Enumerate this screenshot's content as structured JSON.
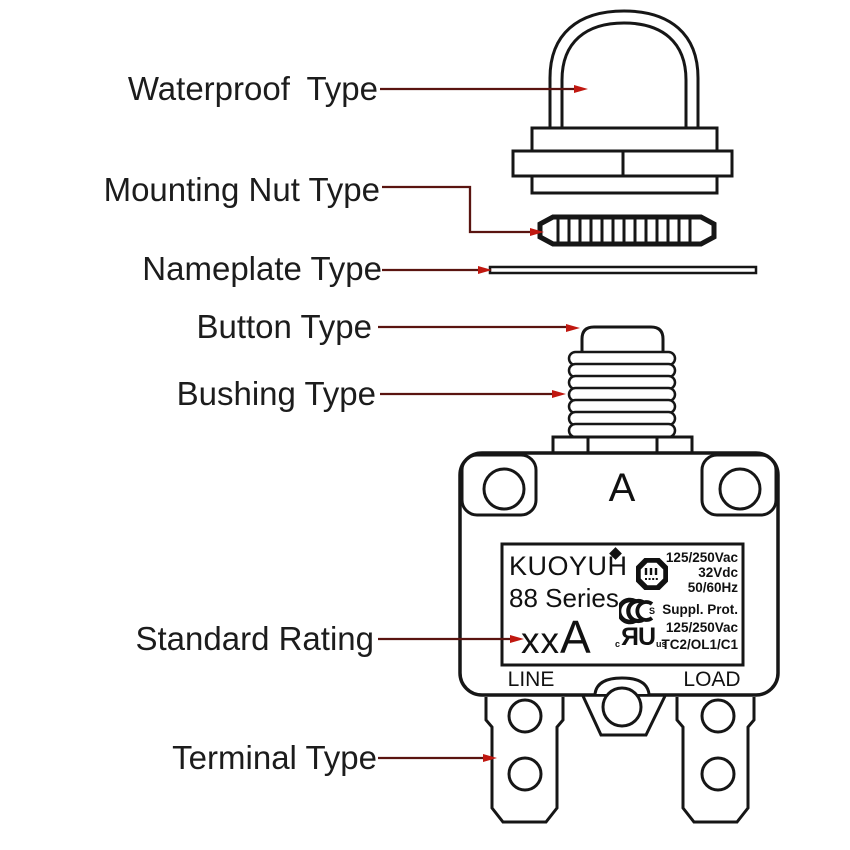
{
  "page": {
    "background": "#ffffff"
  },
  "colors": {
    "line": "#161616",
    "leader": "#5a1410",
    "arrow": "#c01810"
  },
  "callouts": {
    "waterproof": "Waterproof Type",
    "mounting_nut": "Mounting Nut Type",
    "nameplate": "Nameplate Type",
    "button": "Button Type",
    "bushing": "Bushing Type",
    "standard_rating": "Standard Rating",
    "terminal": "Terminal Type"
  },
  "device": {
    "top_marking": "A",
    "line_label": "LINE",
    "load_label": "LOAD",
    "label": {
      "brand": "KUOYUH",
      "series": "88 Series",
      "rating_value": "xx",
      "rating_unit": "A",
      "specs_primary": [
        "125/250Vac",
        "32Vdc",
        "50/60Hz"
      ],
      "specs_secondary": [
        "Suppl. Prot.",
        "125/250Vac",
        "TC2/OL1/C1"
      ],
      "ul_mark": "ЯU",
      "ul_small_left": "c",
      "ul_small_right": "us",
      "ccc_s": "S"
    }
  }
}
